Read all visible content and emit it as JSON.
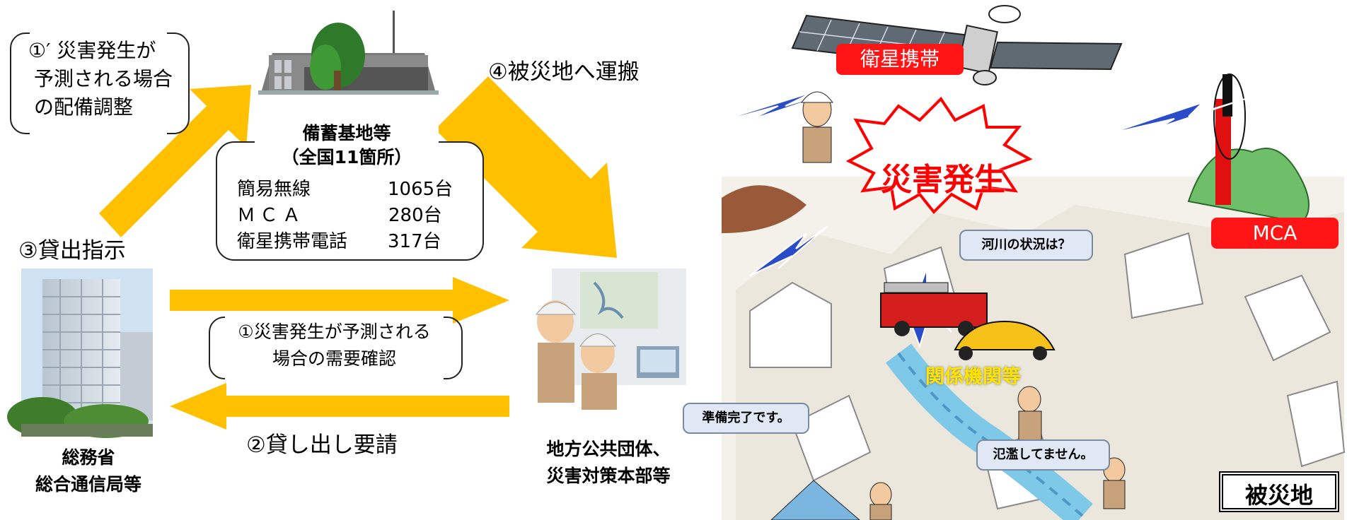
{
  "step1_prime": {
    "lines": [
      "①′ 災害発生が",
      "予測される場合",
      "の配備調整"
    ]
  },
  "step4": {
    "label": "④被災地へ運搬"
  },
  "base": {
    "title": "備蓄基地等",
    "subtitle": "（全国11箇所）"
  },
  "inventory": [
    {
      "item": "簡易無線",
      "count": "1065台"
    },
    {
      "item": "ＭＣＡ",
      "count": "280台"
    },
    {
      "item": "衛星携帯電話",
      "count": "317台"
    }
  ],
  "step3": {
    "label": "③貸出指示"
  },
  "step1": {
    "lines": [
      "①災害発生が予測される",
      "場合の需要確認"
    ]
  },
  "step2": {
    "label": "②貸し出し要請"
  },
  "ministry": {
    "lines": [
      "総務省",
      "総合通信局等"
    ]
  },
  "local_gov": {
    "lines": [
      "地方公共団体、",
      "災害対策本部等"
    ]
  },
  "illustration": {
    "satellite_label": "衛星携帯",
    "mca_label": "MCA",
    "disaster_label": "災害発生",
    "agencies_label": "関係機関等",
    "bubble_river": "河川の状況は？",
    "bubble_ready": "準備完了です。",
    "bubble_flood": "氾濫してません。",
    "hisaichi": "被災地"
  },
  "colors": {
    "arrow": "#ffc000",
    "red_label": "#ff1515",
    "lightning": "#2a4cc8",
    "burst_border": "#ff0000"
  }
}
